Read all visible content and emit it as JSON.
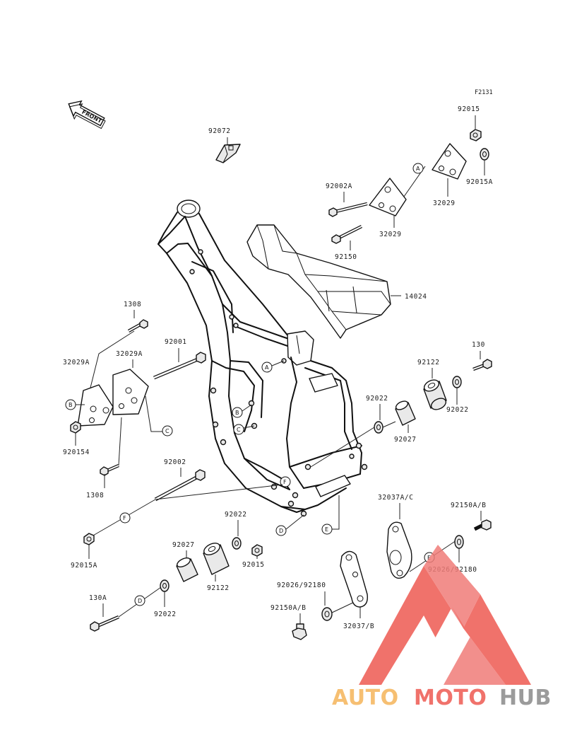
{
  "diagram": {
    "figure_code": "F2131",
    "front_label": "FRONT",
    "parts": {
      "p92015_top": "92015",
      "p92015A_top": "92015A",
      "p32029_top": "32029",
      "p32029_mid": "32029",
      "p92002A": "92002A",
      "p92150": "92150",
      "p92072": "92072",
      "p14024": "14024",
      "p1308_top": "1308",
      "p32029A_left": "32029A",
      "p32029A_right": "32029A",
      "p92001": "92001",
      "p920154_left": "920154",
      "p1308_bottom": "1308",
      "p92002": "92002",
      "p92015A_left": "92015A",
      "p92122_right": "92122",
      "p130": "130",
      "p92022_right_top": "92022",
      "p92022_right": "92022",
      "p92027_right": "92027",
      "p92022_center": "92022",
      "p92015_center": "92015",
      "p92027_left": "92027",
      "p92122_left": "92122",
      "p130A": "130A",
      "p92022_bottom": "92022",
      "p32037_AC": "32037A/C",
      "p92150AB_right": "92150A/B",
      "p92026_92180_right": "92026/92180",
      "p92026_92180_center": "92026/92180",
      "p92150AB_left": "92150A/B",
      "p32037_B": "32037/B"
    },
    "callouts": {
      "A_top": "A",
      "A_frame": "A",
      "B_left": "B",
      "B_frame": "B",
      "C_left": "C",
      "C_frame": "C",
      "D_frame": "D",
      "D_bottom": "D",
      "E_frame": "E",
      "E_right": "E",
      "F_frame": "F",
      "F_left": "F"
    }
  },
  "watermark": {
    "part1": "AUTO",
    "part2": "MOTO",
    "part3": "HUB",
    "color_orange": "#f5b55a",
    "color_red": "#ee5a52",
    "color_gray": "#8a8a8a"
  }
}
